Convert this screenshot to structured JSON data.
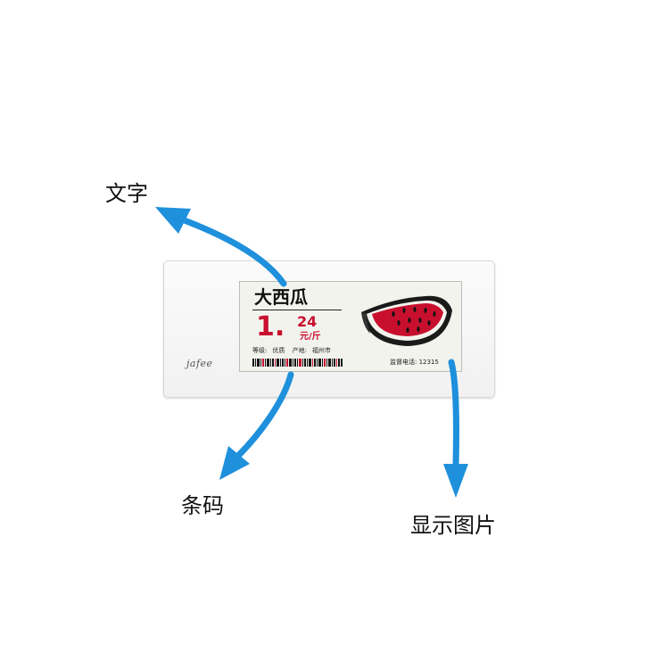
{
  "device": {
    "brand": "jafee",
    "product_name": "大西瓜",
    "price_integer": "1.",
    "price_decimal": "24",
    "price_unit": "元/斤",
    "grade_label": "等级:",
    "grade_value": "优质",
    "origin_label": "产地:",
    "origin_value": "福州市",
    "hotline_label": "监督电话:",
    "hotline_number": "12315"
  },
  "annotations": {
    "text_label": "文字",
    "barcode_label": "条码",
    "image_label": "显示图片"
  },
  "colors": {
    "arrow": "#1e90dc",
    "price_red": "#c8102e",
    "melon_red": "#c8102e"
  },
  "icons": {
    "product_image": "watermelon-slice-icon",
    "arrows": "annotation-arrow-icon"
  }
}
